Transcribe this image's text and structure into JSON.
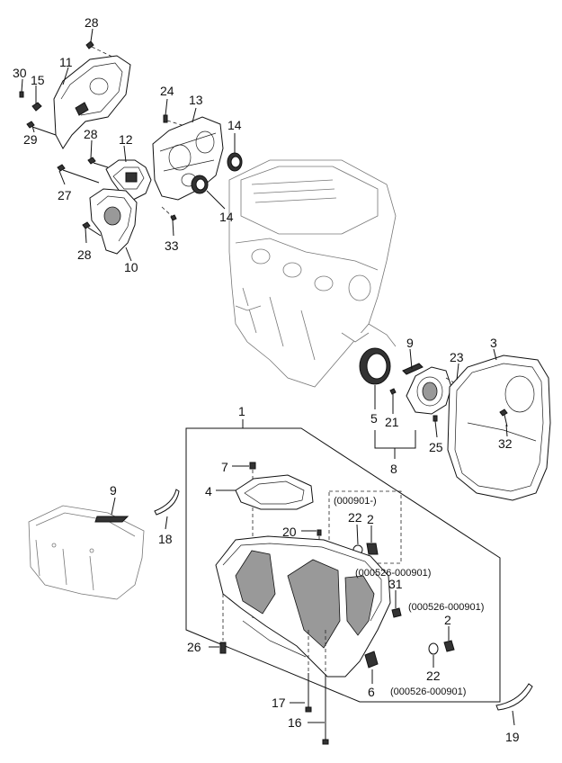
{
  "labels": {
    "p1": "1",
    "p2a": "2",
    "p2b": "2",
    "p3": "3",
    "p4": "4",
    "p5": "5",
    "p6": "6",
    "p7": "7",
    "p8": "8",
    "p9a": "9",
    "p9b": "9",
    "p10": "10",
    "p11": "11",
    "p12": "12",
    "p13": "13",
    "p14a": "14",
    "p14b": "14",
    "p15": "15",
    "p16": "16",
    "p17": "17",
    "p18": "18",
    "p19": "19",
    "p20": "20",
    "p21": "21",
    "p22a": "22",
    "p22b": "22",
    "p23": "23",
    "p24": "24",
    "p25": "25",
    "p26": "26",
    "p27": "27",
    "p28a": "28",
    "p28b": "28",
    "p28c": "28",
    "p29": "29",
    "p30": "30",
    "p31": "31",
    "p32": "32",
    "p33": "33"
  },
  "notes": {
    "range_from": "(000901-)",
    "range_a": "(000526-000901)",
    "range_b": "(000526-000901)",
    "range_c": "(000526-000901)"
  }
}
